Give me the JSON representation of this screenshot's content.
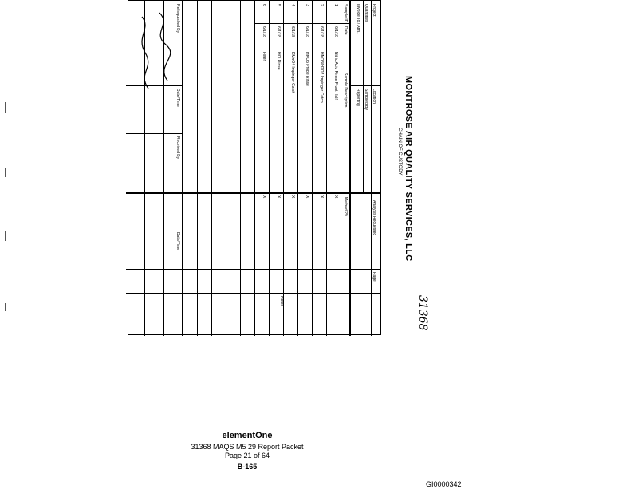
{
  "form": {
    "title": "MONTROSE AIR QUALITY SERVICES, LLC",
    "subtitle": "CHAIN OF CUSTODY",
    "header_fields": [
      "Project",
      "Quantities",
      "Invoice To / Attn.",
      "Location",
      "Sampled By",
      "Reporting",
      "Analysis Requested",
      "Page",
      "Notes"
    ],
    "method_label": "Method 29",
    "column_headers": [
      "Sample ID",
      "Date",
      "Sample Description"
    ],
    "rows": [
      {
        "id": "1",
        "date": "6/1/18",
        "desc": "Nitric Acid Rinse Front Half",
        "mark": "X"
      },
      {
        "id": "2",
        "date": "6/1/18",
        "desc": "HNO3/H2O2 Impinger Catch",
        "mark": "X"
      },
      {
        "id": "3",
        "date": "6/1/18",
        "desc": "HNO3 Probe Rinse",
        "mark": "X"
      },
      {
        "id": "4",
        "date": "6/1/18",
        "desc": "KMnO4 Impinger Catch",
        "mark": "X"
      },
      {
        "id": "5",
        "date": "6/1/18",
        "desc": "HCl Rinse",
        "mark": "X"
      },
      {
        "id": "6",
        "date": "6/1/18",
        "desc": "Filter",
        "mark": "X"
      }
    ],
    "signature_labels": [
      "Relinquished By",
      "Date/Time",
      "Received By",
      "Date/Time"
    ],
    "handwritten_project": "31368"
  },
  "footer": {
    "brand": "elementOne",
    "packet": "31368 MAQS M5 29 Report Packet",
    "page": "Page 21 of 64",
    "code": "B-165",
    "bates": "GI0000342"
  }
}
